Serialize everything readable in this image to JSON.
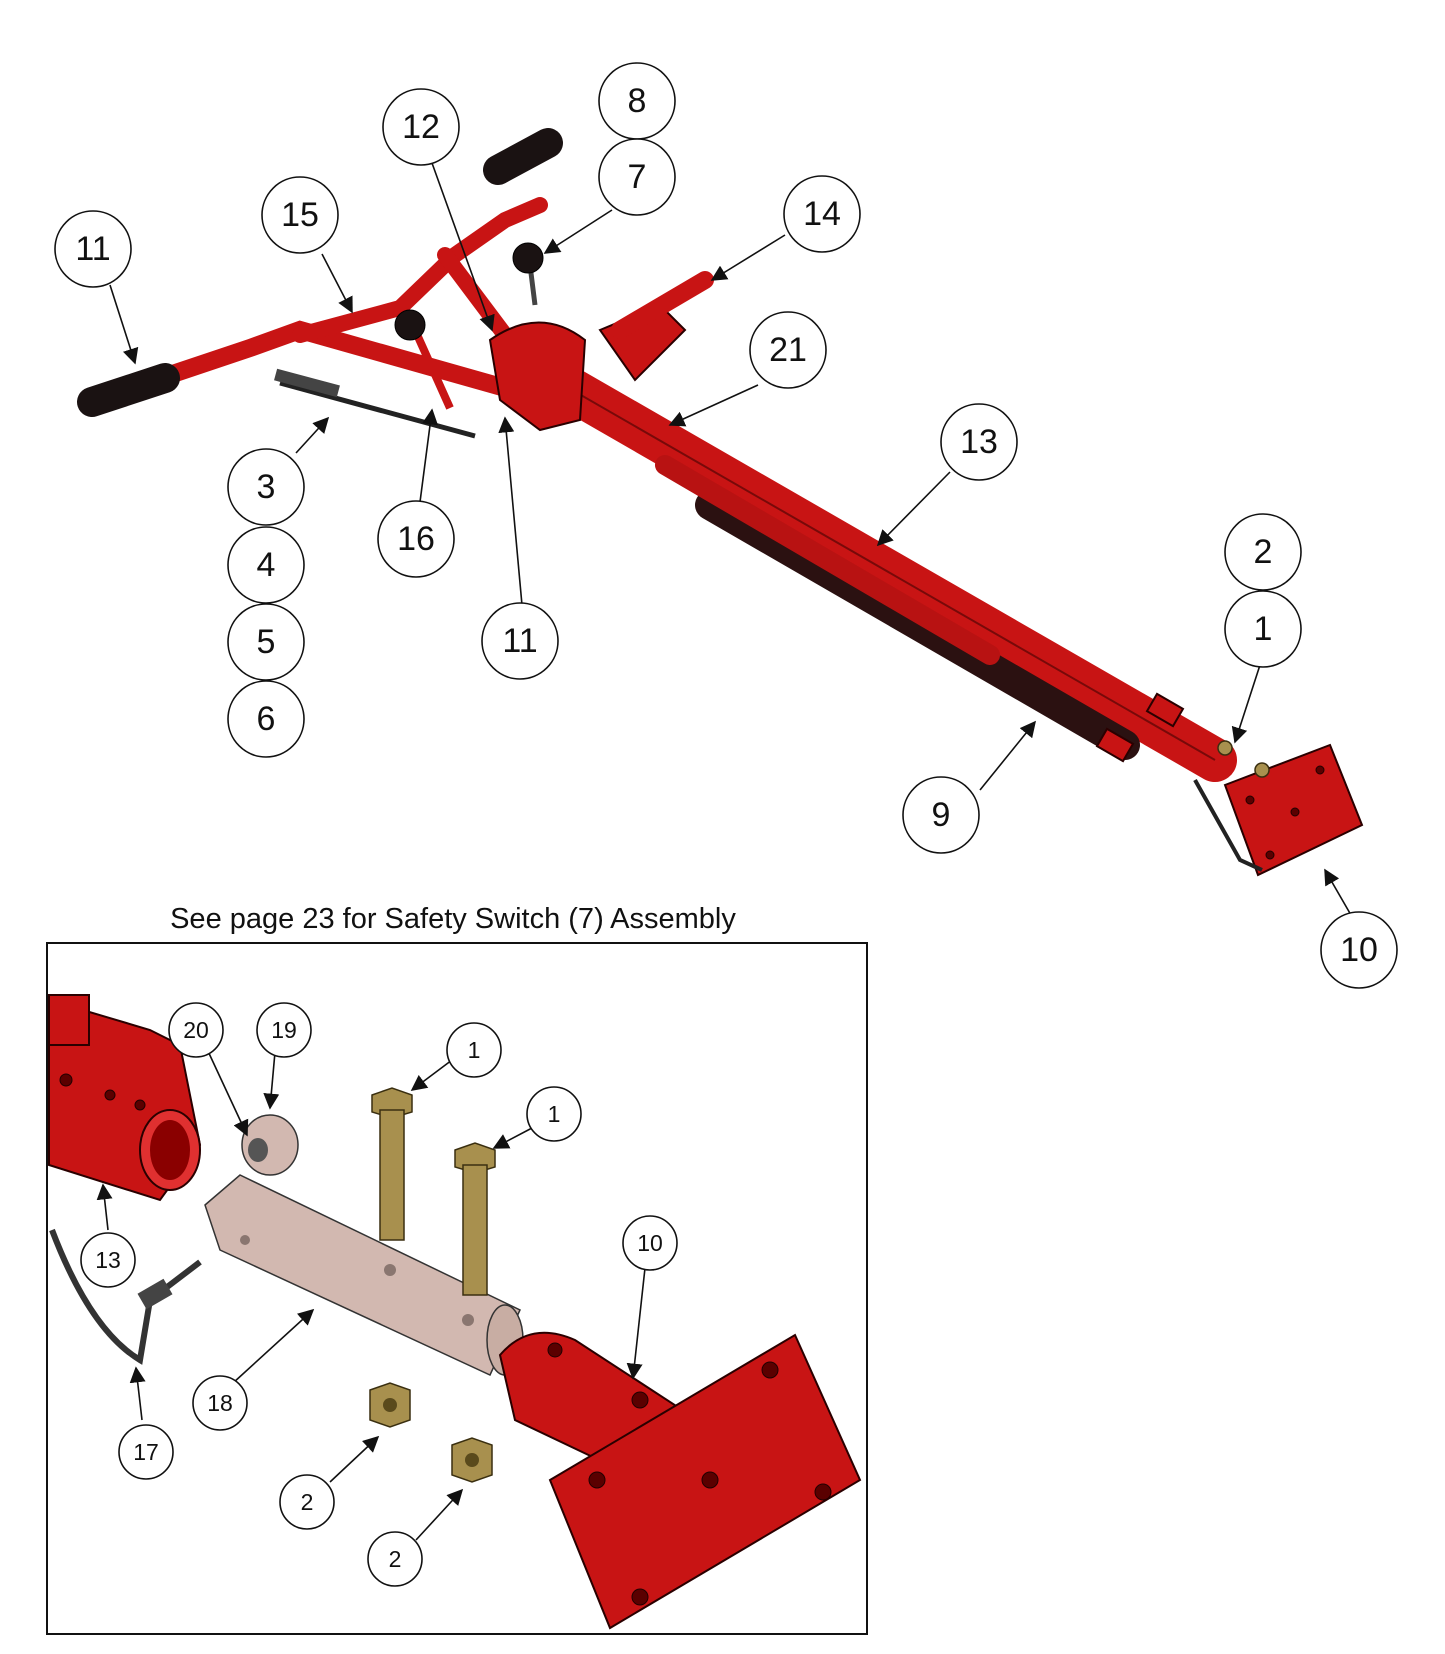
{
  "note": "See page 23 for Safety Switch (7) Assembly",
  "main_callouts": [
    "11",
    "15",
    "12",
    "8",
    "7",
    "14",
    "21",
    "3",
    "4",
    "5",
    "6",
    "16",
    "11",
    "13",
    "2",
    "1",
    "9",
    "10"
  ],
  "inset_callouts": [
    "20",
    "19",
    "1",
    "1",
    "13",
    "10",
    "17",
    "18",
    "2",
    "2"
  ],
  "colors": {
    "frame_red": "#c81414",
    "grip_black": "#1a1212",
    "hardware_brass": "#a8904e",
    "sleeve_steel": "#d2b8b0"
  }
}
